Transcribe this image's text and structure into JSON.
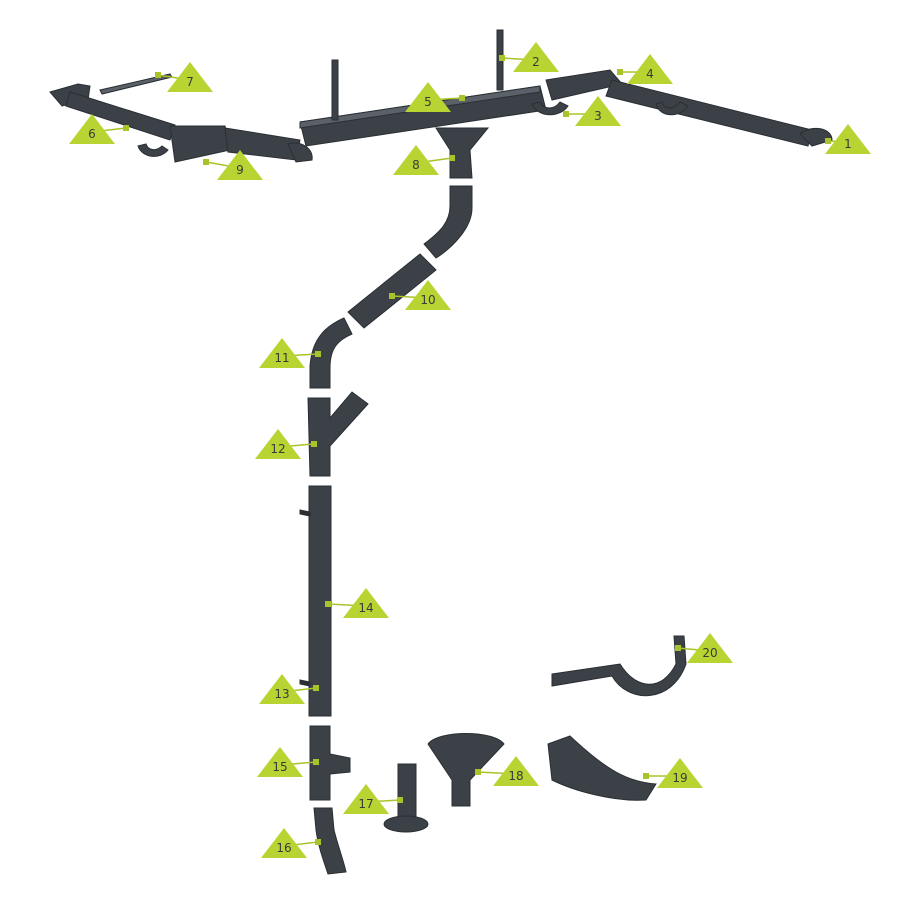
{
  "colors": {
    "part": "#3b4147",
    "part_dark": "#2a2f34",
    "part_light": "#5a6168",
    "marker": "#b8d432",
    "marker_square": "#a8c42a",
    "leader": "#a8c42a",
    "label_text": "#3a3a3a",
    "background": "#ffffff"
  },
  "callouts": [
    {
      "id": "1",
      "label": "1"
    },
    {
      "id": "2",
      "label": "2"
    },
    {
      "id": "3",
      "label": "3"
    },
    {
      "id": "4",
      "label": "4"
    },
    {
      "id": "5",
      "label": "5"
    },
    {
      "id": "6",
      "label": "6"
    },
    {
      "id": "7",
      "label": "7"
    },
    {
      "id": "8",
      "label": "8"
    },
    {
      "id": "9",
      "label": "9"
    },
    {
      "id": "10",
      "label": "10"
    },
    {
      "id": "11",
      "label": "11"
    },
    {
      "id": "12",
      "label": "12"
    },
    {
      "id": "13",
      "label": "13"
    },
    {
      "id": "14",
      "label": "14"
    },
    {
      "id": "15",
      "label": "15"
    },
    {
      "id": "16",
      "label": "16"
    },
    {
      "id": "17",
      "label": "17"
    },
    {
      "id": "18",
      "label": "18"
    },
    {
      "id": "19",
      "label": "19"
    },
    {
      "id": "20",
      "label": "20"
    }
  ]
}
